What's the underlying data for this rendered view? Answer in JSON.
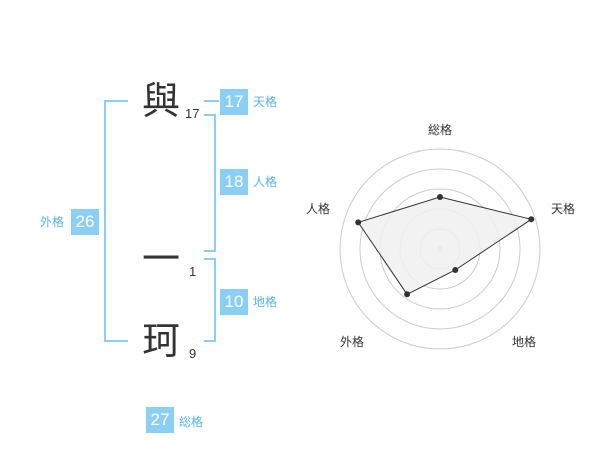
{
  "name": {
    "chars": [
      {
        "char": "與",
        "strokes": "17"
      },
      {
        "char": "一",
        "strokes": "1"
      },
      {
        "char": "珂",
        "strokes": "9"
      }
    ]
  },
  "fortune": {
    "tenkaku": {
      "label": "天格",
      "value": "17"
    },
    "jinkaku": {
      "label": "人格",
      "value": "18"
    },
    "chikaku": {
      "label": "地格",
      "value": "10"
    },
    "gaikaku": {
      "label": "外格",
      "value": "26"
    },
    "soukaku": {
      "label": "総格",
      "value": "27"
    }
  },
  "radar": {
    "axes": [
      "総格",
      "天格",
      "地格",
      "外格",
      "人格"
    ],
    "scores": [
      0.52,
      0.96,
      0.26,
      0.56,
      0.86
    ],
    "fill_color": "#f0f0f0",
    "ring_color": "#cccccc",
    "line_color": "#333333"
  },
  "colors": {
    "accent": "#8ccff5",
    "accent_text": "#5ab4e8"
  }
}
